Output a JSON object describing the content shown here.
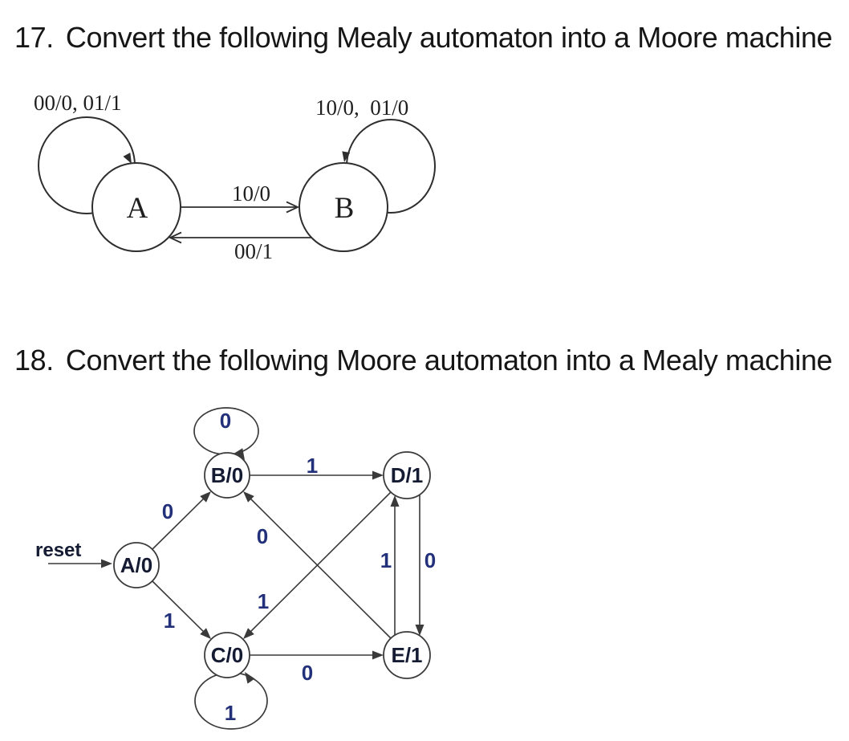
{
  "q17": {
    "number": "17.",
    "title": "Convert the following Mealy automaton into a Moore machine"
  },
  "q18": {
    "number": "18.",
    "title": "Convert the following Moore automaton into a Mealy machine"
  },
  "mealy": {
    "state_a": "A",
    "state_b": "B",
    "edge_a_self": "00/0, 01/1",
    "edge_b_self": "10/0,  01/0",
    "edge_a_to_b": "10/0",
    "edge_b_to_a": "00/1"
  },
  "moore": {
    "reset_label": "reset",
    "state_a": "A/0",
    "state_b": "B/0",
    "state_c": "C/0",
    "state_d": "D/1",
    "state_e": "E/1",
    "edge_b_self": "0",
    "edge_a_to_b": "0",
    "edge_a_to_c": "1",
    "edge_b_to_d": "1",
    "edge_e_to_b": "0",
    "edge_d_to_c": "1",
    "edge_e_to_d": "1",
    "edge_d_to_e": "0",
    "edge_c_to_e": "0",
    "edge_c_self": "1"
  },
  "colors": {
    "title_ink": "#161616",
    "diagram1_ink": "#2e2e2e",
    "diagram1_text": "#1f1f1f",
    "diagram2_ink": "#3a3a3a",
    "digit_label": "#23307a",
    "state_label": "#141b33"
  }
}
